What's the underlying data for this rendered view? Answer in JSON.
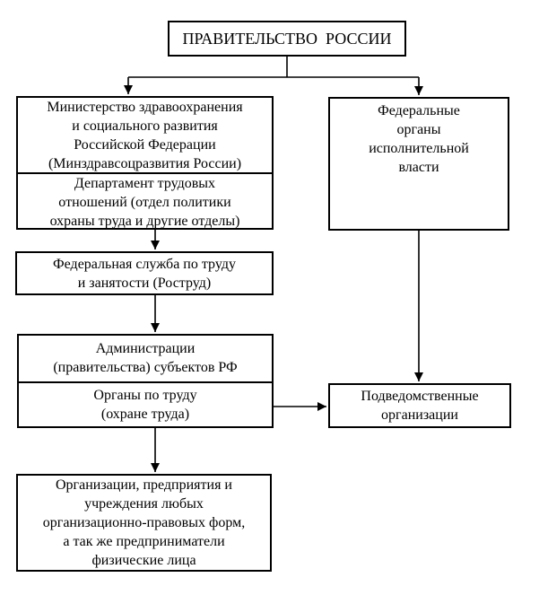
{
  "diagram": {
    "type": "flowchart",
    "colors": {
      "background": "#ffffff",
      "border": "#000000",
      "line": "#000000",
      "text": "#000000"
    },
    "nodes": {
      "government": {
        "label": "ПРАВИТЕЛЬСТВО  РОССИИ"
      },
      "ministry": {
        "lines": [
          "Министерство здравоохранения",
          "и социального развития",
          "Российской Федерации",
          "(Минздравсоцразвития России)"
        ]
      },
      "department": {
        "lines": [
          "Департамент трудовых",
          "отношений (отдел политики",
          "охраны труда и другие отделы)"
        ]
      },
      "rostrud": {
        "lines": [
          "Федеральная служба по труду",
          "и занятости (Роструд)"
        ]
      },
      "administrations": {
        "lines": [
          "Администрации",
          "(правительства) субъектов РФ"
        ]
      },
      "labor_bodies": {
        "lines": [
          "Органы по труду",
          "(охране труда)"
        ]
      },
      "organizations": {
        "lines": [
          "Организации, предприятия и",
          "учреждения любых",
          "организационно-правовых форм,",
          "а так же предприниматели",
          "физические лица"
        ]
      },
      "federal_bodies": {
        "lines": [
          "Федеральные",
          "органы",
          "исполнительной",
          "власти"
        ]
      },
      "subordinate_orgs": {
        "lines": [
          "Подведомственные",
          "организации"
        ]
      }
    },
    "edges": [
      {
        "from": "government",
        "to": "ministry"
      },
      {
        "from": "government",
        "to": "federal_bodies"
      },
      {
        "from": "ministry",
        "to": "rostrud"
      },
      {
        "from": "rostrud",
        "to": "administrations"
      },
      {
        "from": "administrations",
        "to": "organizations"
      },
      {
        "from": "labor_bodies",
        "to": "subordinate_orgs"
      },
      {
        "from": "federal_bodies",
        "to": "subordinate_orgs"
      }
    ]
  }
}
